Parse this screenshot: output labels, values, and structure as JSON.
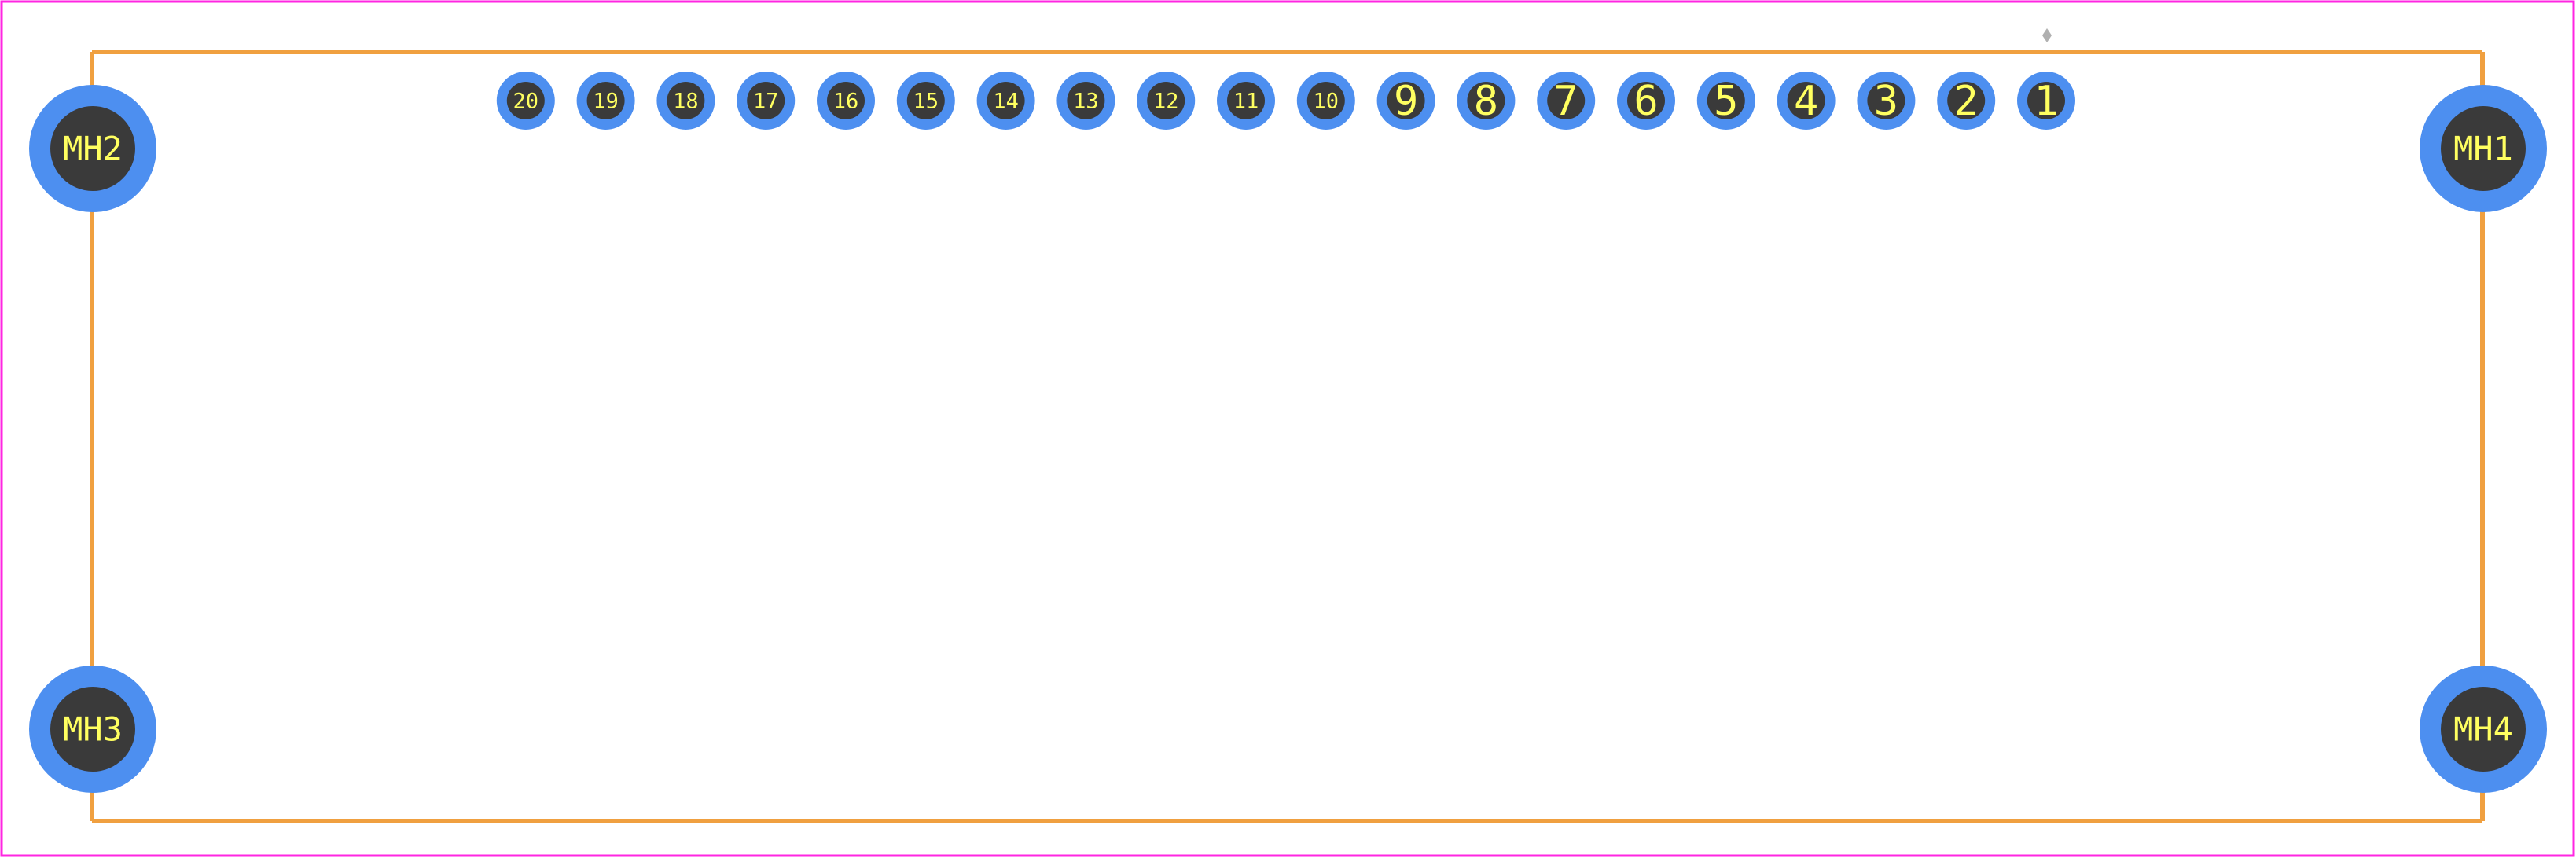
{
  "footprint": {
    "colors": {
      "board_outline": "#ff26e2",
      "silkscreen": "#f0a040",
      "pad_copper": "#4d8ff0",
      "drill_hole": "#3a3a3a",
      "pad_label": "#ffff60",
      "origin_marker": "#b0b0b0"
    },
    "mounting_holes": [
      {
        "id": "MH1",
        "label": "MH1"
      },
      {
        "id": "MH2",
        "label": "MH2"
      },
      {
        "id": "MH3",
        "label": "MH3"
      },
      {
        "id": "MH4",
        "label": "MH4"
      }
    ],
    "pins": [
      {
        "number": "1"
      },
      {
        "number": "2"
      },
      {
        "number": "3"
      },
      {
        "number": "4"
      },
      {
        "number": "5"
      },
      {
        "number": "6"
      },
      {
        "number": "7"
      },
      {
        "number": "8"
      },
      {
        "number": "9"
      },
      {
        "number": "10"
      },
      {
        "number": "11"
      },
      {
        "number": "12"
      },
      {
        "number": "13"
      },
      {
        "number": "14"
      },
      {
        "number": "15"
      },
      {
        "number": "16"
      },
      {
        "number": "17"
      },
      {
        "number": "18"
      },
      {
        "number": "19"
      },
      {
        "number": "20"
      }
    ]
  }
}
